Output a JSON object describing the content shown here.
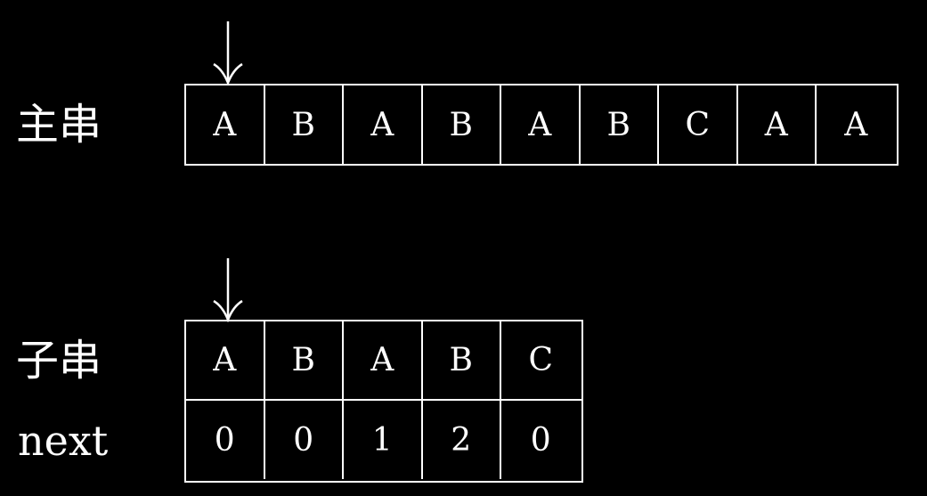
{
  "main_string": {
    "label": "主串",
    "chars": [
      "A",
      "B",
      "A",
      "B",
      "A",
      "B",
      "C",
      "A",
      "A"
    ]
  },
  "sub_string": {
    "label": "子串",
    "chars": [
      "A",
      "B",
      "A",
      "B",
      "C"
    ]
  },
  "next_array": {
    "label": "next",
    "values": [
      "0",
      "0",
      "1",
      "2",
      "0"
    ]
  }
}
